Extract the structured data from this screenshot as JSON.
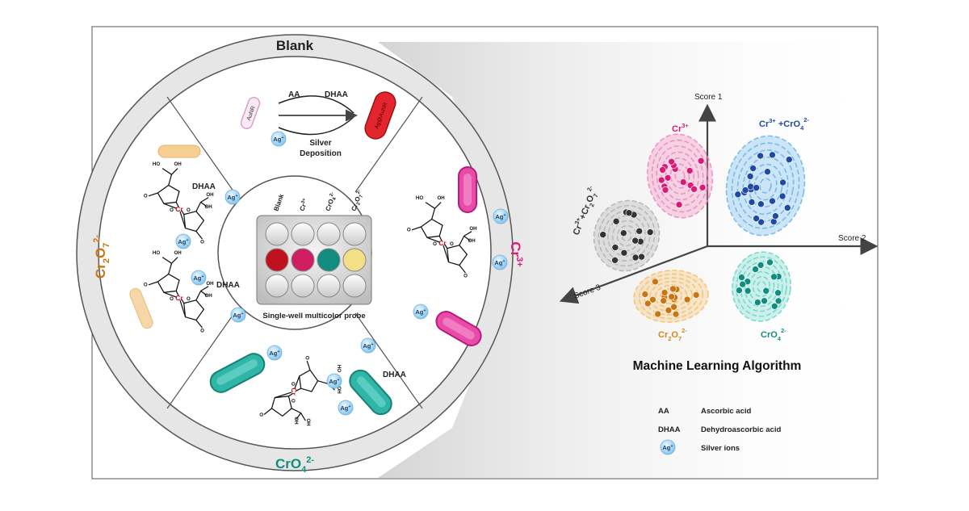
{
  "sections": {
    "blank": "Blank",
    "cr3": "Cr",
    "cr3_sup": "3+",
    "cro4": "CrO",
    "cro4_sub": "4",
    "cro4_sup": "2-",
    "cr2o7": "Cr",
    "cr2o7_sub1": "2",
    "cr2o7_mid": "O",
    "cr2o7_sub2": "7",
    "cr2o7_sup": "2-"
  },
  "reaction": {
    "aa": "AA",
    "dhaa": "DHAA",
    "silver_line1": "Silver",
    "silver_line2": "Deposition",
    "aunr": "AuNR",
    "agaunr": "Ag@AuNR",
    "ag": "Ag",
    "ag_sup": "+"
  },
  "molecule": {
    "dhaa": "DHAA",
    "oh": "OH",
    "ho": "HO",
    "o": "O",
    "cr": "Cr"
  },
  "well_plate": {
    "caption": "Single-well multicolor probe",
    "columns": [
      "Blank",
      "Cr",
      "CrO",
      "Cr"
    ],
    "column_parts": {
      "cr3_sup": "3+",
      "cro4_sub": "4",
      "cro4_sup": "2-",
      "cr2o7_sub1": "2",
      "cr2o7_o": "O",
      "cr2o7_sub2": "7",
      "cr2o7_sup": "2-"
    },
    "middle_row_colors": [
      "#c0111e",
      "#cf1d62",
      "#138c80",
      "#f4df86"
    ]
  },
  "score_plot": {
    "axis1": "Score 1",
    "axis2": "Score 2",
    "axis3": "Score 3",
    "clusters": {
      "cr3": {
        "text": "Cr",
        "sup": "3+",
        "color": "#d81b77"
      },
      "cr3_cro4": {
        "text": "Cr",
        "sup1": "3+",
        "plus": " +CrO",
        "sub": "4",
        "sup2": "2-",
        "color": "#1e4aa0"
      },
      "cr3_cr2o7": {
        "text": "Cr",
        "sup1": "3+",
        "plus": "+Cr",
        "sub1": "2",
        "mid": "O",
        "sub2": "7",
        "sup2": "2-",
        "color": "#333333"
      },
      "cr2o7": {
        "text": "Cr",
        "sub1": "2",
        "mid": "O",
        "sub2": "7",
        "sup": "2-",
        "color": "#d4861a"
      },
      "cro4": {
        "text": "CrO",
        "sub": "4",
        "sup": "2-",
        "color": "#138c80"
      }
    },
    "title": "Machine Learning Algorithm"
  },
  "legend": [
    {
      "key": "AA",
      "label": "Ascorbic acid"
    },
    {
      "key": "DHAA",
      "label": "Dehydroascorbic acid"
    },
    {
      "key": "Ag",
      "key_sup": "+",
      "label": "Silver ions"
    }
  ],
  "colors": {
    "cr3": "#d81b77",
    "cro4": "#138c80",
    "cr2o7": "#c77612",
    "blank": "#222222",
    "ring": "#e9e9e9"
  }
}
